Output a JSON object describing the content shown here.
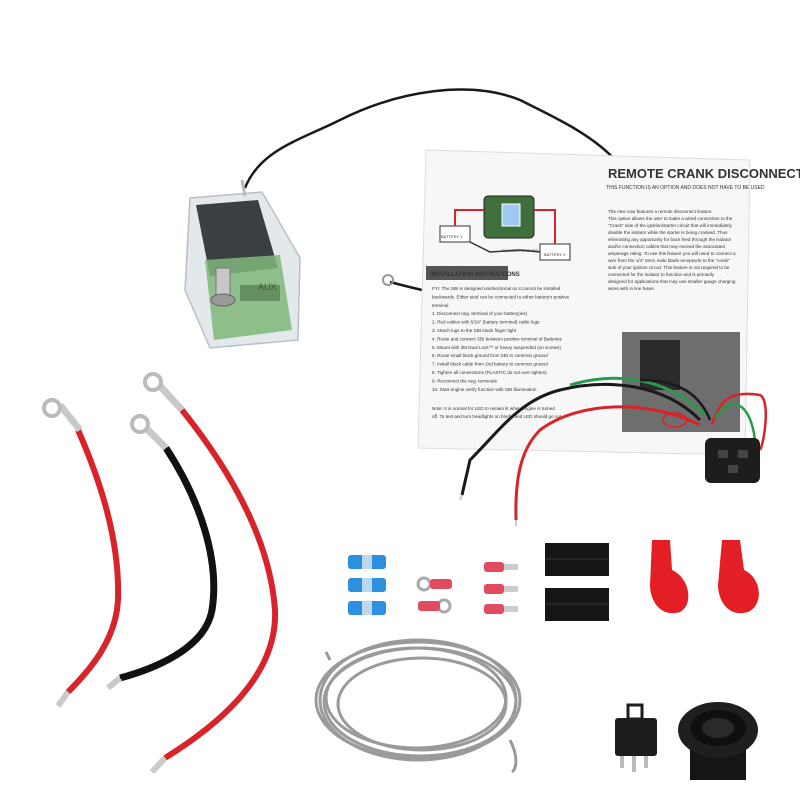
{
  "module": {
    "aux_label": "AUX"
  },
  "instruction_sheet": {
    "title": "REMOTE CRANK DISCONNECT",
    "subtitle": "THIS FUNCTION IS AN OPTION AND DOES NOT HAVE TO BE USED",
    "section_heading": "INSTALLATION INSTRUCTIONS",
    "diagram_label_left": "BATTERY 1",
    "diagram_label_center": "CHASSIS GROUND",
    "diagram_label_right": "BATTERY 2",
    "body_lines": [
      "The new now features a remote disconnect feature.",
      "This option allows the user to make a wired connection to the",
      "\"Crank\" side of the ignition/starter circuit that will immediately",
      "disable the isolator while the starter is being cranked. Thus",
      "eliminating any opportunity for back feed through the isolator",
      "and/or connection cables that may exceed the associated",
      "amperage rating. To use this feature you will need to connect a",
      "wire from the 1/4\" 6mm male blade receptacle to the \"crank\"",
      "side of your ignition circuit. This feature is not required to be",
      "connected for the isolator to function and is primarily",
      "designed for applications that may use smaller gauge charging",
      "wires with in line fuses."
    ],
    "steps": [
      "FYI: The SBI is designed unidirectional so it cannot be installed",
      "backwards. Either stud can be connected to either battery's positive",
      "terminal.",
      "1. Disconnect neg. terminal of your battery(ies)",
      "2. Red cables with 5/16\" (battery terminal) cable lugs",
      "3. Attach lugs to the SBI studs finger tight",
      "4. Route and connect SBI between positive terminal of Batteries",
      "5. Mount with 3M Dual Lock™ or heavy suspended (no screws)",
      "6. Route small black ground from SBI to common ground",
      "7. Install black cable from 2nd battery to common ground",
      "8. Tighten all connections (PLASTIC do not over tighten)",
      "9. Reconnect the neg. terminals",
      "10. Start engine verify function with SBI illumination"
    ],
    "note_lines": [
      "Note: It is normal for LED to remain lit when engine is turned",
      "off. To test and turn headlights on briefly and LED should go out"
    ]
  },
  "colors": {
    "red_cable": "#d8232a",
    "black_cable": "#111111",
    "copper_lug": "#c9c9c9",
    "blue_terminal": "#2d8fe0",
    "red_terminal": "#e04b5d",
    "boot_red": "#e31e24",
    "grey_wire": "#9a9a9a",
    "green_pcb": "#5fa45b"
  }
}
